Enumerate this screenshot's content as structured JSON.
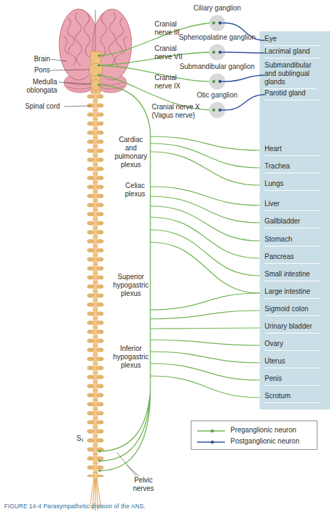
{
  "diagram": {
    "caption": "FIGURE 14-4 Parasympathetic division of the ANS.",
    "nodes": [
      {
        "text": [
          "Ciliary ganglion"
        ]
      },
      {
        "text": [
          "Sphenopalatine ganglion"
        ]
      },
      {
        "text": [
          "Submandibular ganglion"
        ]
      },
      {
        "text": [
          "Otic ganglion"
        ]
      },
      {
        "text": [
          "Eye"
        ]
      },
      {
        "text": [
          "Lacrimal gland"
        ]
      },
      {
        "text": [
          "Submandibular and sublingual glands"
        ]
      },
      {
        "text": [
          "Parotid gland"
        ]
      },
      {
        "text": [
          "Heart"
        ]
      },
      {
        "text": [
          "Trachea"
        ]
      },
      {
        "text": [
          "Lungs"
        ]
      },
      {
        "text": [
          "Liver"
        ]
      },
      {
        "text": [
          "Gallbladder"
        ]
      },
      {
        "text": [
          "Stomach"
        ]
      },
      {
        "text": [
          "Pancreas"
        ]
      },
      {
        "text": [
          "Small intestine"
        ]
      },
      {
        "text": [
          "Large intestine"
        ]
      },
      {
        "text": [
          "Sigmoid colon"
        ]
      },
      {
        "text": [
          "Urinary bladder"
        ]
      },
      {
        "text": [
          "Ovary"
        ]
      },
      {
        "text": [
          "Uterus"
        ]
      },
      {
        "text": [
          "Penis"
        ]
      },
      {
        "text": [
          "Scrotum"
        ]
      }
    ],
    "edges": [
      {
        "from": 0,
        "to": 4,
        "arrow": "none"
      },
      {
        "from": 1,
        "to": 5,
        "arrow": "none"
      },
      {
        "from": 2,
        "to": 6,
        "arrow": "none"
      },
      {
        "from": 3,
        "to": 7,
        "arrow": "none"
      }
    ],
    "labels": [
      "Brain",
      "Pons",
      "Medulla oblongata",
      "Spinal cord",
      "Cranial nerve III",
      "Cranial nerve VII",
      "Cranial nerve IX",
      "Cranial nerve X (Vagus nerve)",
      "Cardiac and pulmonary plexus",
      "Celiac plexus",
      "Superior hypogastric plexus",
      "Inferior hypogastric plexus",
      "S₁",
      "Pelvic nerves"
    ],
    "legend": [
      {
        "text": "Preganglionic neuron"
      },
      {
        "text": "Postganglionic neuron"
      }
    ]
  }
}
